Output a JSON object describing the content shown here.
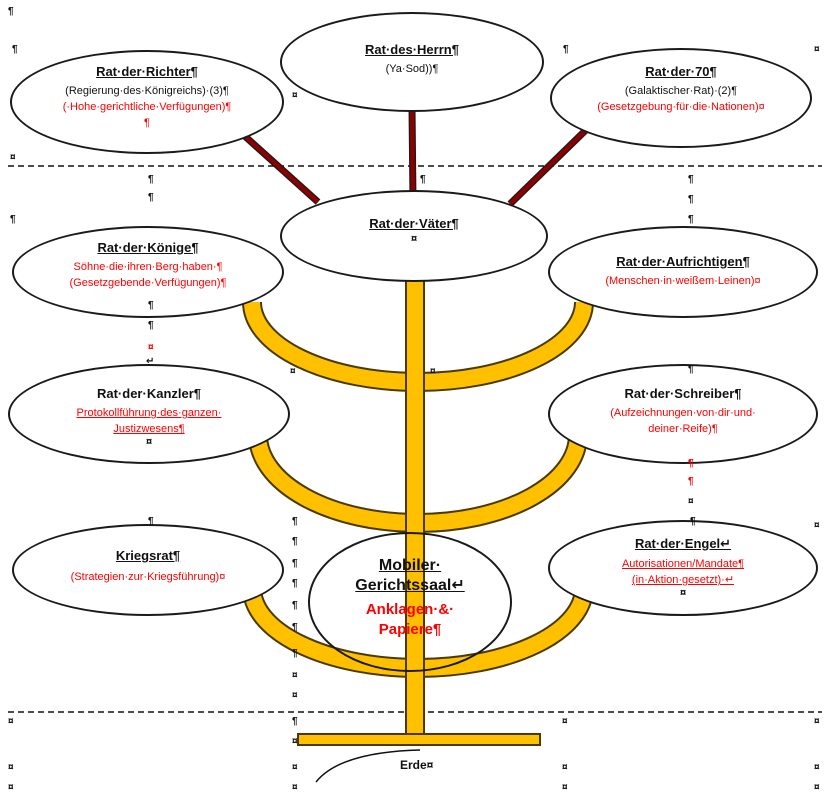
{
  "top": {
    "center": {
      "title": "Rat·des·Herrn¶",
      "lines": [
        "(Ya·Sod))¶"
      ]
    },
    "left": {
      "title": "Rat·der·Richter¶",
      "lines": [
        "(Regierung·des·Königreichs)·(3)¶",
        "(·Hohe·gerichtliche·Verfügungen)¶",
        "¶"
      ]
    },
    "right": {
      "title": "Rat·der·70¶",
      "lines": [
        "(Galaktischer·Rat)·(2)¶",
        "(Gesetzgebung·für·die·Nationen)¤"
      ]
    }
  },
  "middle": {
    "center": {
      "title": "Rat·der·Väter¶",
      "lines": [
        "¤"
      ]
    },
    "left_upper": {
      "title": "Rat·der·Könige¶",
      "lines": [
        "Söhne·die·ihren·Berg·haben·¶",
        "(Gesetzgebende·Verfügungen)¶"
      ]
    },
    "right_upper": {
      "title": "Rat·der·Aufrichtigen¶",
      "lines": [
        "(Menschen·in·weißem·Leinen)¤"
      ]
    },
    "left_mid": {
      "title": "Rat·der·Kanzler¶",
      "lines": [
        "Protokollführung·des·ganzen·",
        "Justizwesens¶",
        "¤"
      ]
    },
    "right_mid": {
      "title": "Rat·der·Schreiber¶",
      "lines": [
        "(Aufzeichnungen·von·dir·und·",
        "deiner·Reife)¶"
      ]
    },
    "left_low": {
      "title": "Kriegsrat¶",
      "lines": [
        "(Strategien·zur·Kriegsführung)¤"
      ]
    },
    "right_low": {
      "title": "Rat·der·Engel↵",
      "lines": [
        "Autorisationen/Mandate¶",
        "(in·Aktion·gesetzt)·↵",
        "¤"
      ]
    }
  },
  "court": {
    "title_1": "Mobiler·",
    "title_2": "Gerichtssaal↵",
    "red_1": "Anklagen·&·",
    "red_2": "Papiere¶"
  },
  "ground": {
    "label": "Erde¤"
  },
  "marks": {
    "pilcrow": "¶",
    "cell": "¤",
    "return": "↵"
  },
  "colors": {
    "branch": "#8b0000",
    "menorah": "#ffc000",
    "menorah_edge": "#5a4500",
    "red_text": "#ff0000",
    "outline": "#1a1a1a"
  }
}
